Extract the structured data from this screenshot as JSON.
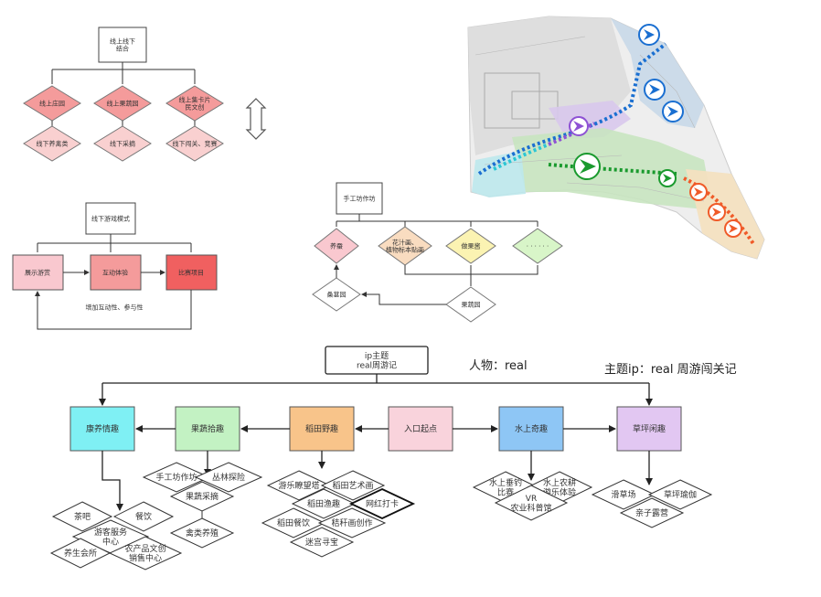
{
  "top_left": {
    "root": "线上线下\n结合",
    "col1_top": "线上庄园",
    "col1_bottom": "线下养禽类",
    "col2_top": "线上果蔬园",
    "col2_bottom": "线下采摘",
    "col3_top": "线上集卡片\n民文创",
    "col3_bottom": "线下闯关、竞赛"
  },
  "mid_left": {
    "root": "线下游戏模式",
    "box1": "展示游赏",
    "box2": "互动体验",
    "box3": "比赛项目",
    "note": "增加互动性、参与性"
  },
  "mid_center": {
    "root": "手工坊作坊",
    "d1": "养蚕",
    "d2": "花汁画、\n植物标本贴画",
    "d3": "做果酱",
    "d4": "· · · · · ·",
    "d5": "桑葚园",
    "d6": "果蔬园"
  },
  "main": {
    "root": "ip主题\nreal周游记",
    "label_character": "人物：real",
    "label_theme": "主题ip：real  周游闯关记",
    "boxes": {
      "wellness": "康养情趣",
      "fruit": "果蔬拾趣",
      "rice": "稻田野趣",
      "entrance": "入口起点",
      "water": "水上奇趣",
      "lawn": "草坪闲趣"
    },
    "wellness_items": [
      "茶吧",
      "餐饮",
      "游客服务\n中心",
      "养生会所",
      "农产品文创\n销售中心"
    ],
    "fruit_items": [
      "手工坊作坊",
      "丛林探险",
      "果蔬采摘",
      "禽类养殖"
    ],
    "rice_items": [
      "游乐瞭望塔",
      "稻田艺术画",
      "稻田渔趣",
      "网红打卡",
      "稻田餐饮",
      "秸秆画创作",
      "迷宫寻宝"
    ],
    "water_items": [
      "水上垂钓\n比赛",
      "水上农耕\n游乐体验",
      "VR\n农业科普馆"
    ],
    "lawn_items": [
      "滑草场",
      "草坪瑜伽",
      "亲子露营"
    ]
  },
  "colors": {
    "pink_light": "#f8c8c8",
    "pink_mid": "#f49b9b",
    "red": "#f06060",
    "cyan": "#7ff0f4",
    "green_light": "#c3f2c3",
    "orange": "#f8c48a",
    "pink_pale": "#f9d3dc",
    "blue": "#8ec6f5",
    "lavender": "#e2c7f2"
  }
}
